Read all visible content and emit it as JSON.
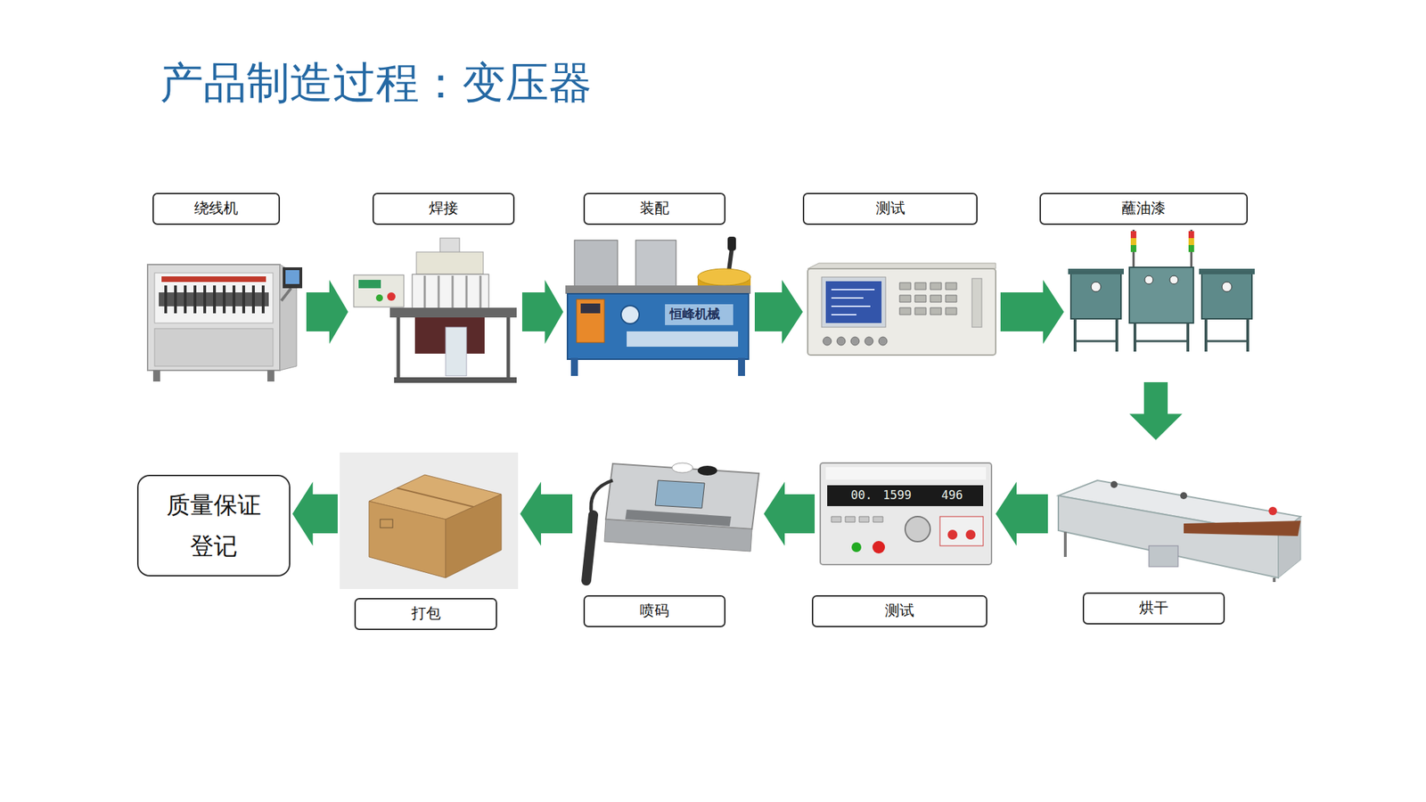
{
  "diagram": {
    "title": "产品制造过程：变压器",
    "nodes": [
      {
        "text": [
          "绕线机"
        ]
      },
      {
        "text": [
          "焊接"
        ]
      },
      {
        "text": [
          "装配"
        ]
      },
      {
        "text": [
          "测试"
        ]
      },
      {
        "text": [
          "蘸油漆"
        ]
      },
      {
        "text": [
          "烘干"
        ]
      },
      {
        "text": [
          "测试"
        ]
      },
      {
        "text": [
          "喷码"
        ]
      },
      {
        "text": [
          "打包"
        ]
      },
      {
        "text": [
          "质量保证 登记"
        ]
      }
    ],
    "edges": [
      {
        "from": 0,
        "to": 1,
        "arrow": "to"
      },
      {
        "from": 1,
        "to": 2,
        "arrow": "to"
      },
      {
        "from": 2,
        "to": 3,
        "arrow": "to"
      },
      {
        "from": 3,
        "to": 4,
        "arrow": "to"
      },
      {
        "from": 4,
        "to": 5,
        "arrow": "to"
      },
      {
        "from": 5,
        "to": 6,
        "arrow": "to"
      },
      {
        "from": 6,
        "to": 7,
        "arrow": "to"
      },
      {
        "from": 7,
        "to": 8,
        "arrow": "to"
      },
      {
        "from": 8,
        "to": 9,
        "arrow": "to"
      }
    ],
    "labels": [
      "恒峰机械",
      "00.",
      "1599",
      "496"
    ]
  }
}
